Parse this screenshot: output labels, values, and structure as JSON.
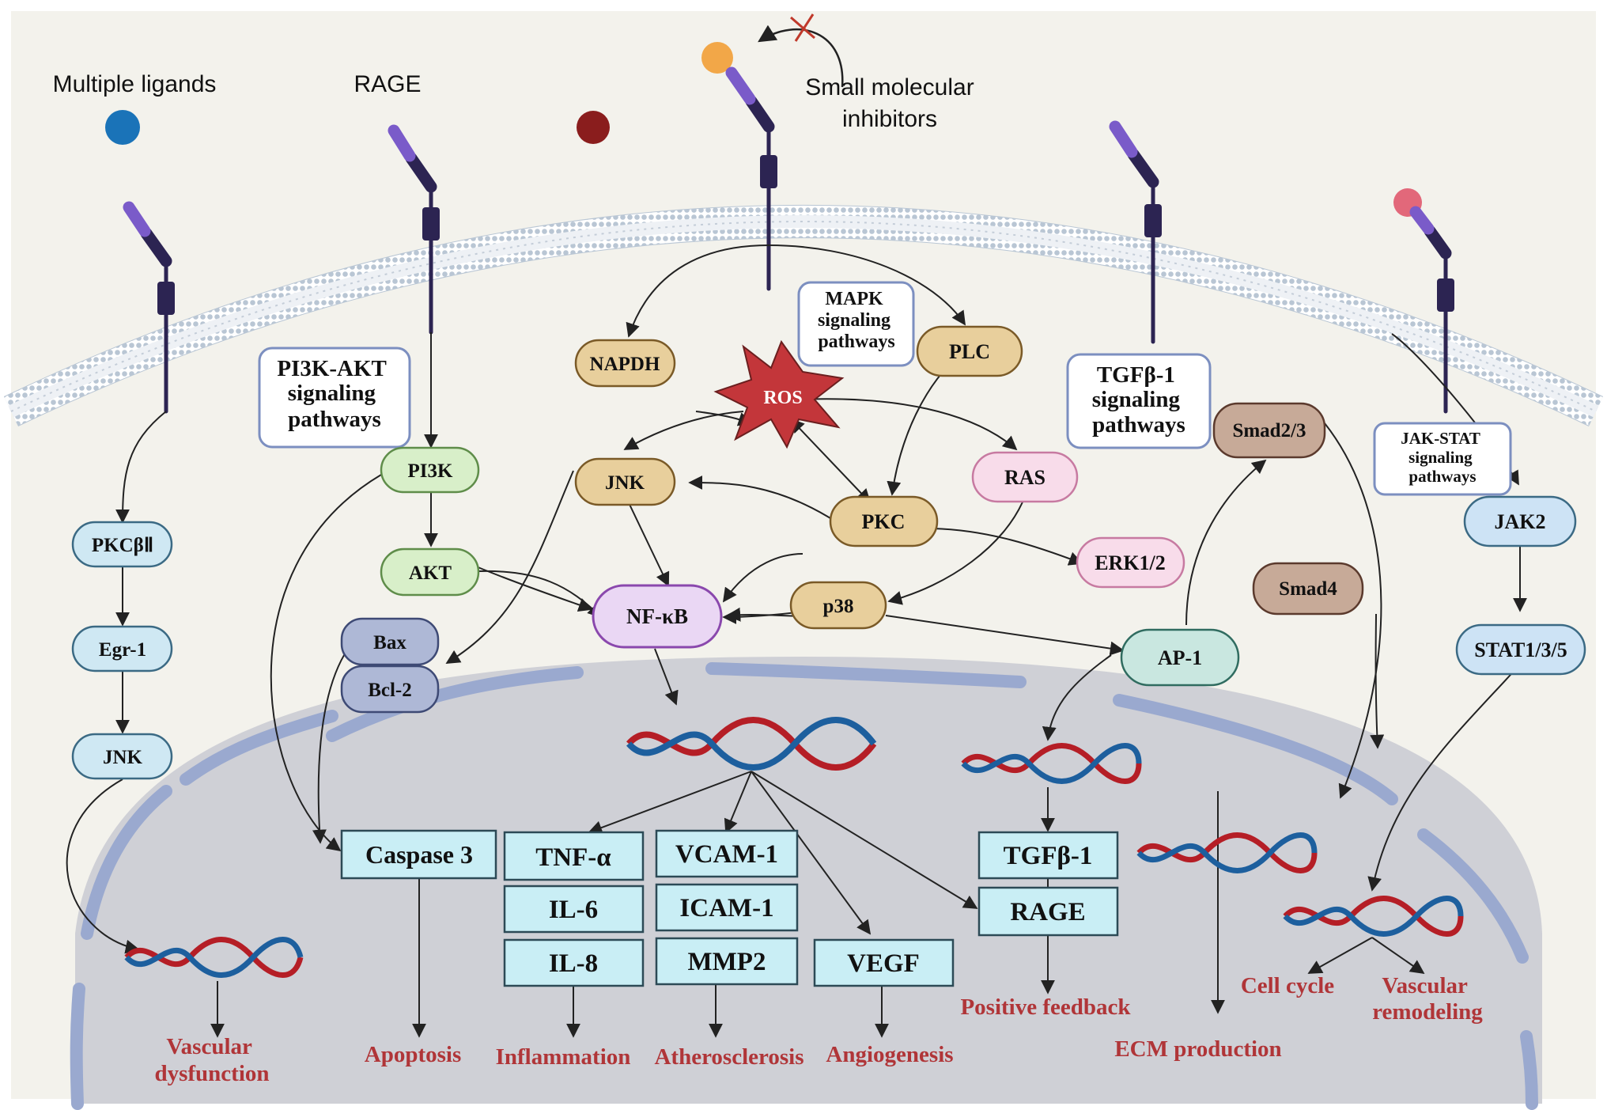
{
  "labels": {
    "multiple_ligands": "Multiple ligands",
    "rage": "RAGE",
    "small_molecular_line1": "Small molecular",
    "small_molecular_line2": "inhibitors"
  },
  "pathway_boxes": {
    "pi3k_akt": [
      "PI3K-AKT",
      "signaling",
      "pathways"
    ],
    "mapk": [
      "MAPK",
      "signaling",
      "pathways"
    ],
    "tgfb": [
      "TGFβ-1",
      "signaling",
      "pathways"
    ],
    "jak_stat": [
      "JAK-STAT",
      "signaling",
      "pathways"
    ]
  },
  "nodes": {
    "pkcb2": "PKCβⅡ",
    "egr1": "Egr-1",
    "jnk_left": "JNK",
    "pi3k": "PI3K",
    "akt": "AKT",
    "bax": "Bax",
    "bcl2": "Bcl-2",
    "napdh": "NAPDH",
    "ros": "ROS",
    "plc": "PLC",
    "jnk": "JNK",
    "pkc": "PKC",
    "ras": "RAS",
    "erk": "ERK1/2",
    "p38": "p38",
    "nfkb": "NF-κB",
    "ap1": "AP-1",
    "smad23": "Smad2/3",
    "smad4": "Smad4",
    "jak2": "JAK2",
    "stat": "STAT1/3/5"
  },
  "genes": {
    "caspase3": "Caspase 3",
    "tnfa": "TNF-α",
    "il6": "IL-6",
    "il8": "IL-8",
    "vcam1": "VCAM-1",
    "icam1": "ICAM-1",
    "mmp2": "MMP2",
    "vegf": "VEGF",
    "tgfb1": "TGFβ-1",
    "rage": "RAGE"
  },
  "outcomes": {
    "vascular_dysfunction": [
      "Vascular",
      "dysfunction"
    ],
    "apoptosis": "Apoptosis",
    "inflammation": "Inflammation",
    "atherosclerosis": "Atherosclerosis",
    "angiogenesis": "Angiogenesis",
    "positive_feedback": "Positive feedback",
    "ecm_production": "ECM production",
    "cell_cycle": "Cell cycle",
    "vascular_remodeling": [
      "Vascular",
      "remodeling"
    ]
  },
  "colors": {
    "node_blue": "#cfe8f3",
    "node_green": "#d8efc9",
    "node_tan": "#e8cf9c",
    "node_pink": "#f8dcea",
    "node_purple": "#ead7f4",
    "node_slate": "#aeb8d6",
    "node_teal": "#c9e7e0",
    "node_brown": "#c7aa98",
    "node_jak": "#cde3f5",
    "gene_box": "#c9eef5",
    "outcome_red": "#b03538",
    "ros_red": "#c3363a",
    "nucleus": "#cfd0d6",
    "envelope": "#9aa9cf",
    "membrane": "#b8c4d2",
    "ligand_blue": "#1a73b8",
    "ligand_darkred": "#8a1d1d",
    "ligand_orange": "#f2a748",
    "ligand_pink": "#e2687a",
    "receptor_dark": "#2c2452",
    "receptor_purple": "#7a5bc9"
  }
}
